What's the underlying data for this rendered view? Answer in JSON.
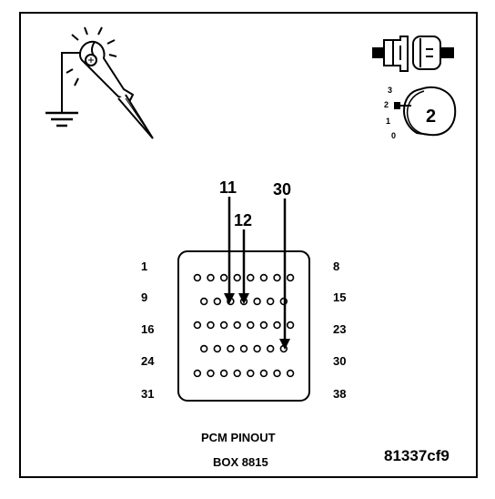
{
  "probe_pointers": {
    "pin_a": "11",
    "pin_b": "12",
    "pin_c": "30"
  },
  "pin_rows": [
    {
      "left": "1",
      "right": "8"
    },
    {
      "left": "9",
      "right": "15"
    },
    {
      "left": "16",
      "right": "23"
    },
    {
      "left": "24",
      "right": "30"
    },
    {
      "left": "31",
      "right": "38"
    }
  ],
  "ignition_switch": {
    "positions": [
      "3",
      "2",
      "1",
      "0"
    ],
    "selected": "2"
  },
  "caption": {
    "line1": "PCM PINOUT",
    "line2": "BOX 8815"
  },
  "figure_code": "81337cf9",
  "icons": [
    "test-light-probe-icon",
    "ground-symbol-icon",
    "connector-unplugged-icon",
    "ignition-key-icon"
  ]
}
